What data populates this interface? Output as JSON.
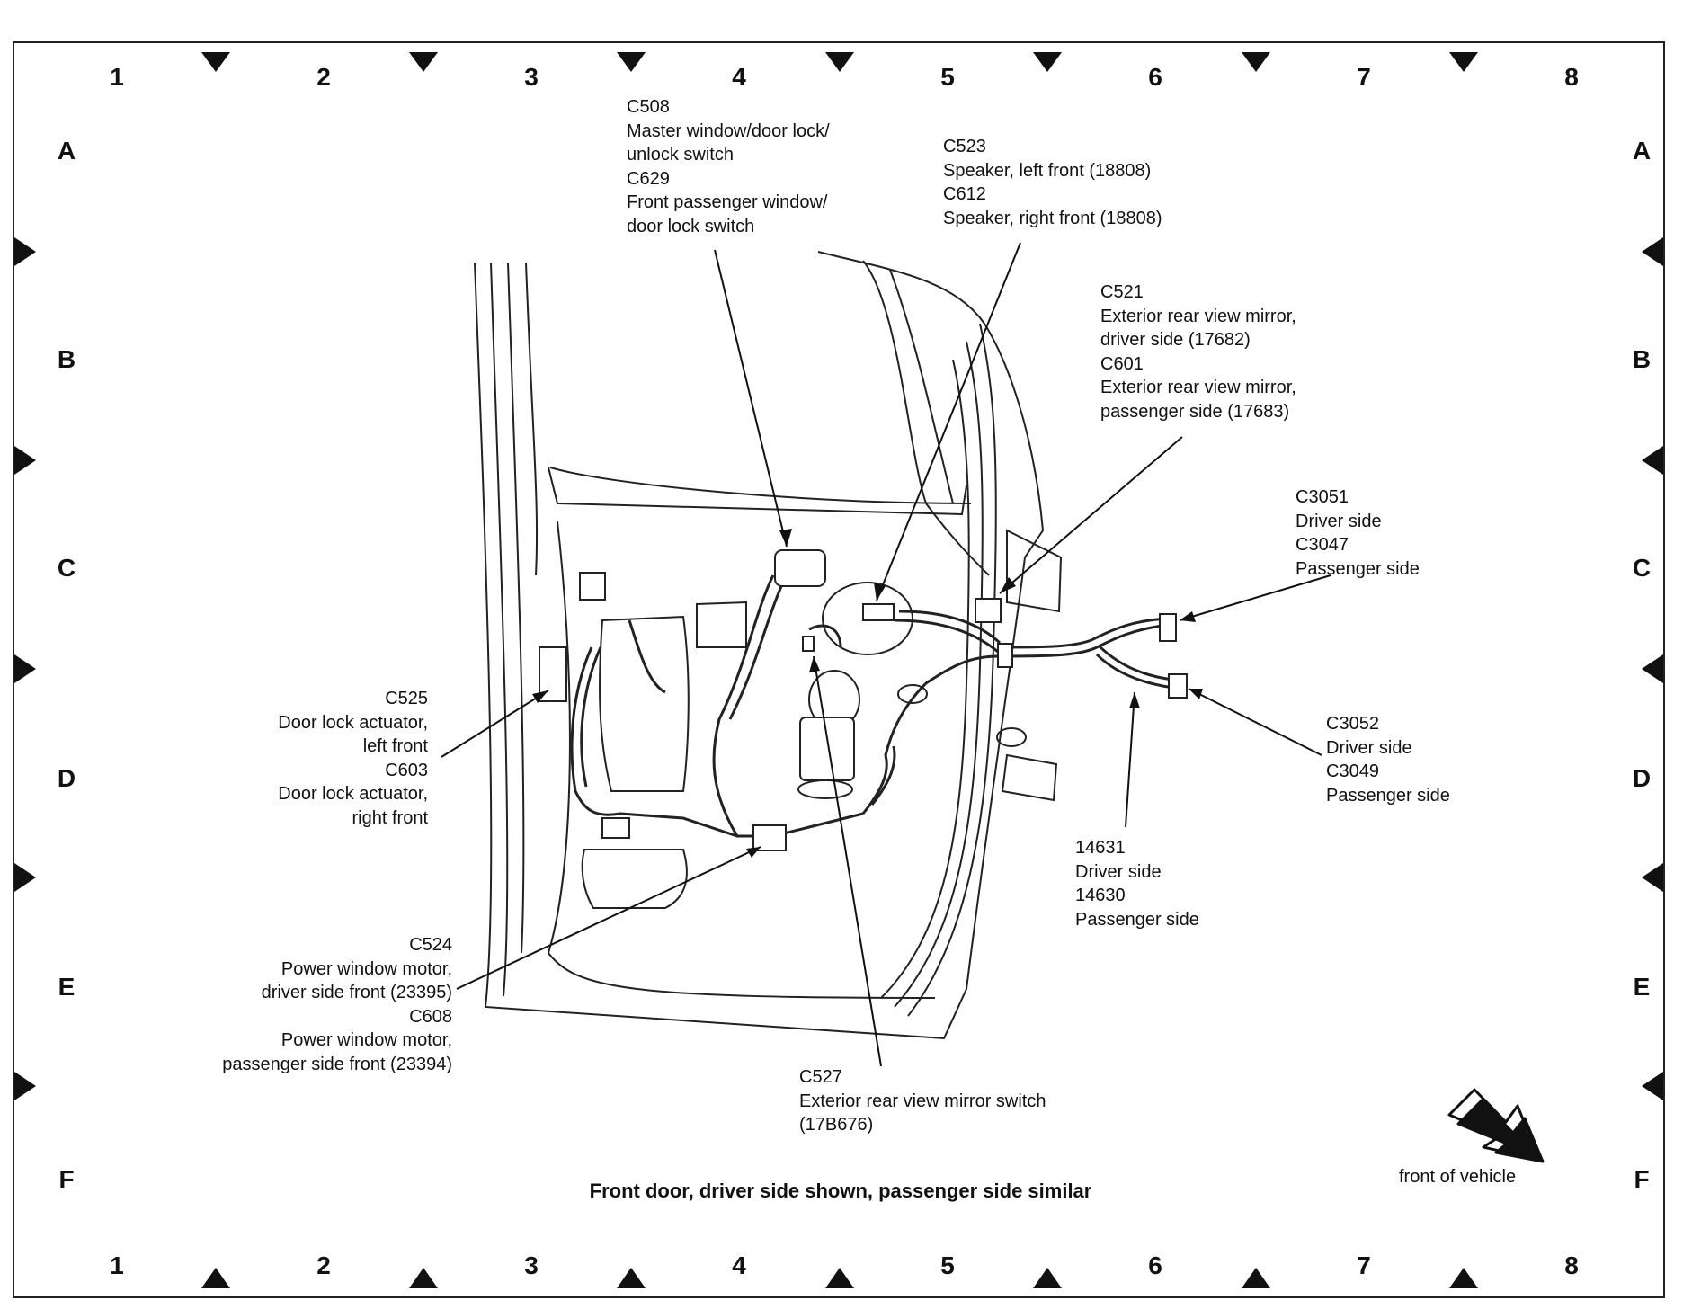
{
  "grid": {
    "columns": [
      "1",
      "2",
      "3",
      "4",
      "5",
      "6",
      "7",
      "8"
    ],
    "rows": [
      "A",
      "B",
      "C",
      "D",
      "E",
      "F"
    ]
  },
  "labels": {
    "c508": "C508\nMaster window/door lock/\nunlock switch\nC629\nFront passenger window/\ndoor lock switch",
    "c523": "C523\nSpeaker, left front (18808)\nC612\nSpeaker, right front (18808)",
    "c521": "C521\nExterior rear view mirror,\ndriver side (17682)\nC601\nExterior rear view mirror,\npassenger side (17683)",
    "c3051": "C3051\nDriver side\nC3047\nPassenger side",
    "c525": "C525\nDoor lock actuator,\nleft front\nC603\nDoor lock actuator,\nright front",
    "c3052": "C3052\nDriver side\nC3049\nPassenger side",
    "h14631": "14631\nDriver side\n14630\nPassenger side",
    "c524": "C524\nPower window motor,\ndriver side front (23395)\nC608\nPower window motor,\npassenger side front (23394)",
    "c527": "C527\nExterior rear view mirror switch\n(17B676)"
  },
  "title": "Front door, driver side shown, passenger side similar",
  "front_label": "front of vehicle"
}
